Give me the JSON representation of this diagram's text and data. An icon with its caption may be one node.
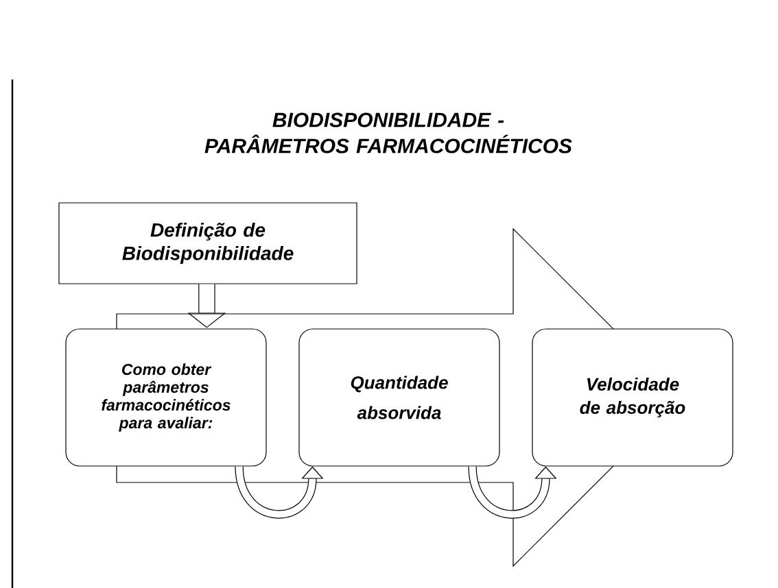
{
  "diagram": {
    "title": "BIODISPONIBILIDADE - PARÂMETROS FARMACOCINÉTICOS",
    "nodes": [
      {
        "text": [
          "Definição de Biodisponibilidade"
        ]
      },
      {
        "text": [
          "Como obter parâmetros farmacocinéticos para avaliar:"
        ]
      },
      {
        "text": [
          "Quantidade absorvida"
        ]
      },
      {
        "text": [
          "Velocidade de absorção"
        ]
      }
    ],
    "edges": [
      {
        "from": 0,
        "to": 1,
        "arrow": "to",
        "style": "thick"
      },
      {
        "from": 1,
        "to": 2,
        "arrow": "to"
      },
      {
        "from": 2,
        "to": 3,
        "arrow": "to"
      },
      {
        "from": 1,
        "to": 3,
        "arrow": "to",
        "style": "thick"
      }
    ]
  }
}
